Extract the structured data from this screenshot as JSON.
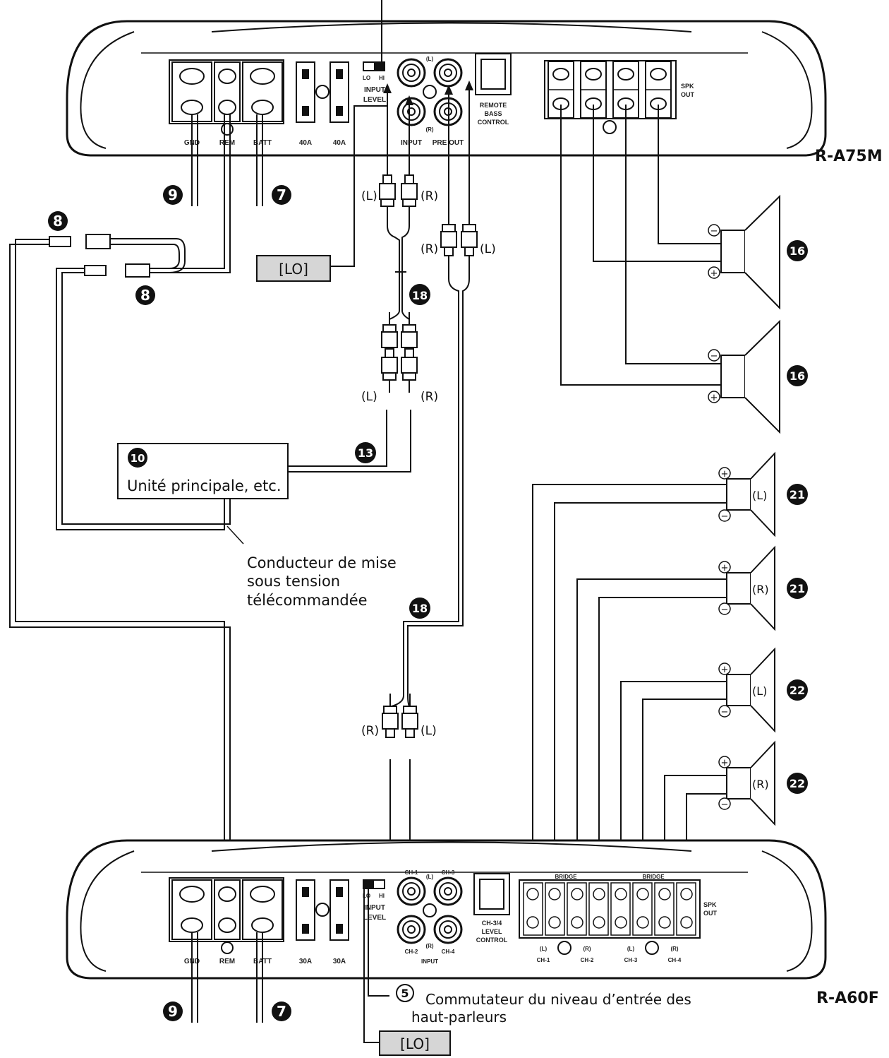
{
  "models": {
    "top": "R-A75M",
    "bottom": "R-A60F"
  },
  "top_amp": {
    "terminals": [
      "GND",
      "REM",
      "BATT"
    ],
    "fuses": [
      "40A",
      "40A"
    ],
    "switch_lo": "LO",
    "switch_hi": "HI",
    "input_level": [
      "INPUT",
      "LEVEL"
    ],
    "rca_l": "(L)",
    "rca_r": "(R)",
    "input_label": "INPUT",
    "preout_label": "PRE OUT",
    "remote": [
      "REMOTE",
      "BASS",
      "CONTROL"
    ],
    "spk_out": [
      "SPK",
      "OUT"
    ]
  },
  "bottom_amp": {
    "terminals": [
      "GND",
      "REM",
      "BATT"
    ],
    "fuses": [
      "30A",
      "30A"
    ],
    "switch_lo": "LO",
    "switch_hi": "HI",
    "input_level": [
      "INPUT",
      "LEVEL"
    ],
    "rca_ch1": "CH-1",
    "rca_ch2": "CH-2",
    "rca_ch3": "CH-3",
    "rca_ch4": "CH-4",
    "rca_l": "(L)",
    "rca_r": "(R)",
    "input_label": "INPUT",
    "control": [
      "CH-3/4",
      "LEVEL",
      "CONTROL"
    ],
    "bridge": "BRIDGE",
    "ch_bottom": [
      "(L)",
      "(R)",
      "(L)",
      "(R)"
    ],
    "ch_names": [
      "CH-1",
      "CH-2",
      "CH-3",
      "CH-4"
    ],
    "spk_out": [
      "SPK",
      "OUT"
    ]
  },
  "labels": {
    "lo_box": "[LO]",
    "lo_box_bottom": "[LO]",
    "head_unit": "Unité principale, etc.",
    "remote_lead": [
      "Conducteur de mise",
      "sous tension",
      "télécommandée"
    ],
    "switch_caption": [
      "Commutateur du niveau d’entrée des",
      "haut-parleurs"
    ],
    "circled_5": "5",
    "plug_L": "(L)",
    "plug_R": "(R)",
    "spk_L": "(L)",
    "spk_R": "(R)",
    "minus": "−",
    "plus": "+"
  },
  "callouts": {
    "c7": "7",
    "c8": "8",
    "c9": "9",
    "c10": "10",
    "c13": "13",
    "c16": "16",
    "c18": "18",
    "c21": "21",
    "c22": "22"
  }
}
